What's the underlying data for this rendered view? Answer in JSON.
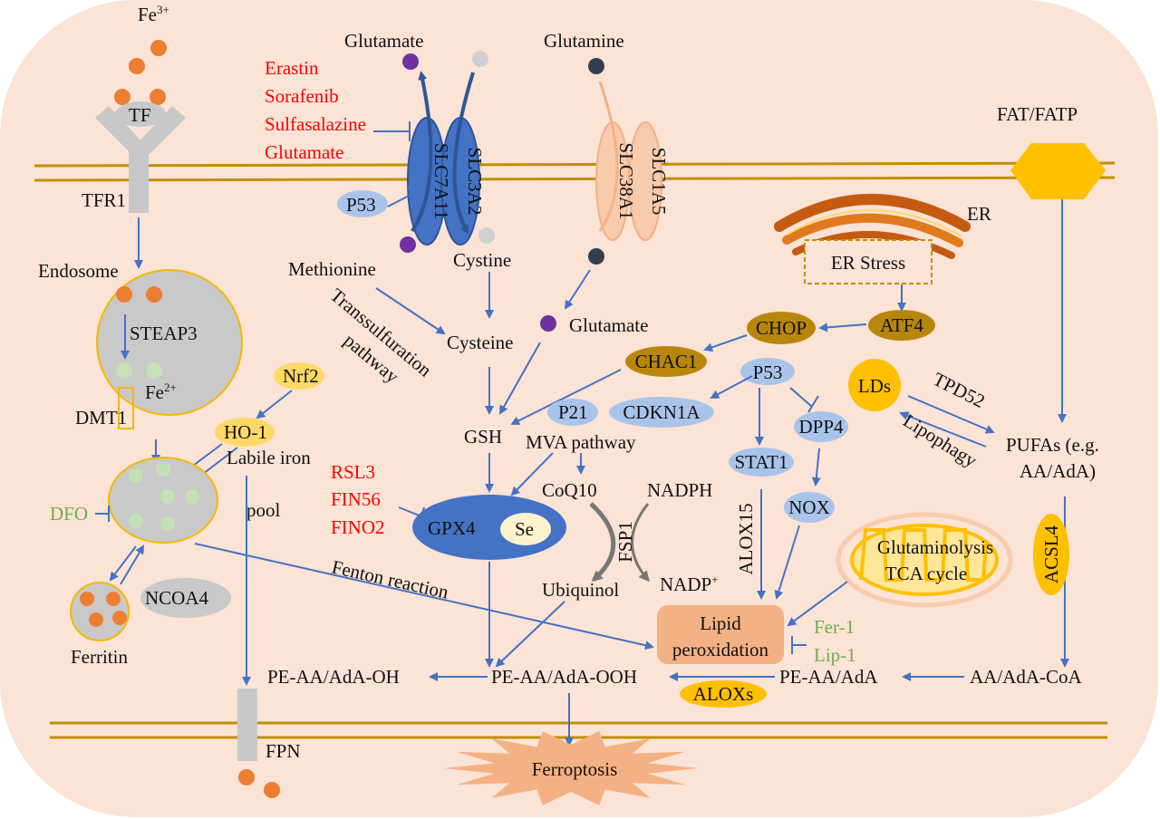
{
  "colors": {
    "background": "#fbe3d6",
    "membrane": "#bf9000",
    "arrow": "#4472c4",
    "iron3": "#ed7d31",
    "iron2": "#c5e0b4",
    "inhibitor": "#ff0000",
    "protector": "#70ad47",
    "gold": "#ffc000",
    "er_brown": "#b8860b",
    "light_blue": "#a9c4eb"
  },
  "iron": {
    "fe3": {
      "base": "Fe",
      "sup": "3+"
    },
    "tf": "TF",
    "tfr1": "TFR1",
    "endosome": "Endosome",
    "steap3": "STEAP3",
    "fe2": {
      "base": "Fe",
      "sup": "2+"
    },
    "dmt1": "DMT1",
    "nrf2": "Nrf2",
    "ho1": "HO-1",
    "labile_pool_1": "Labile iron",
    "labile_pool_2": "pool",
    "dfo": "DFO",
    "ferritin": "Ferritin",
    "ncoa4": "NCOA4",
    "fpn": "FPN",
    "fenton": "Fenton reaction"
  },
  "system_xc": {
    "glutamate_out": "Glutamate",
    "slc7a11": "SLC7A11",
    "slc3a2": "SLC3A2",
    "cystine": "Cystine",
    "p53": "P53",
    "inhibitors": [
      "Erastin",
      "Sorafenib",
      "Sulfasalazine",
      "Glutamate"
    ]
  },
  "glutamine": {
    "glutamine": "Glutamine",
    "slc38a1": "SLC38A1",
    "slc1a5": "SLC1A5",
    "glutamate_in": "Glutamate"
  },
  "gsh": {
    "methionine": "Methionine",
    "transsulfuration_1": "Transsulfuration",
    "transsulfuration_2": "pathway",
    "cysteine": "Cysteine",
    "gsh": "GSH",
    "p21": "P21",
    "cdkn1a": "CDKN1A",
    "mva": "MVA pathway",
    "gpx4": "GPX4",
    "se": "Se",
    "gpx4_inhibitors": [
      "RSL3",
      "FIN56",
      "FINO2"
    ],
    "coq10": "CoQ10",
    "nadph": "NADPH",
    "fsp1": "FSP1",
    "ubiquinol": "Ubiquinol",
    "nadp": {
      "base": "NADP",
      "sup": "+"
    }
  },
  "er": {
    "er": "ER",
    "er_stress": "ER Stress",
    "atf4": "ATF4",
    "chop": "CHOP",
    "chac1": "CHAC1",
    "p53": "P53",
    "dpp4": "DPP4",
    "stat1": "STAT1",
    "nox": "NOX",
    "alox15": "ALOX15"
  },
  "lipid": {
    "fat": "FAT/FATP",
    "lds": "LDs",
    "tpd52": "TPD52",
    "lipophagy": "Lipophagy",
    "pufas_1": "PUFAs (e.g.",
    "pufas_2": "AA/AdA)",
    "acsl4": "ACSL4",
    "mito_1": "Glutaminolysis",
    "mito_2": "TCA cycle",
    "lipid_perox_1": "Lipid",
    "lipid_perox_2": "peroxidation",
    "fer1": "Fer-1",
    "lip1": "Lip-1",
    "aa_coa": "AA/AdA-CoA",
    "pe_aa": "PE-AA/AdA",
    "aloxs": "ALOXs",
    "pe_ooh": "PE-AA/AdA-OOH",
    "pe_oh": "PE-AA/AdA-OH",
    "ferroptosis": "Ferroptosis"
  }
}
